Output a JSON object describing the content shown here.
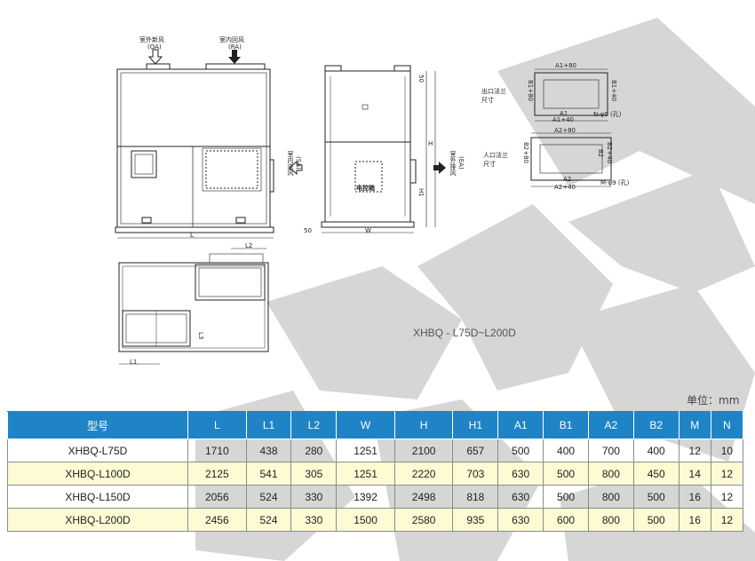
{
  "drawing": {
    "front": {
      "top_labels": [
        "室外新风",
        "(OA)",
        "室内回风",
        "(RA)"
      ],
      "width_label": "L"
    },
    "side": {
      "label_50_top": "50",
      "label_h": "H",
      "label_h1": "H1",
      "label_50_bottom": "50",
      "label_w": "W",
      "control_box": "电控箱",
      "supply_air": "室内送风",
      "supply_code": "(SA)",
      "exhaust_air": "室外排风",
      "exhaust_code": "(EA)"
    },
    "plan": {
      "label_l1": "L1",
      "label_l2": "L2",
      "label_a": "L3"
    },
    "outlet": {
      "title": "出口法兰\n尺寸",
      "top_dim": "A1+80",
      "bottom_dim": "A1+40",
      "inner_dim": "A1",
      "side_dim_1": "B1+80",
      "side_dim_2": "B1+40",
      "hole_note": "N-φ9 (孔)"
    },
    "inlet": {
      "title": "人口法兰\n尺寸",
      "top_dim": "A2+80",
      "bottom_dim": "A2+40",
      "inner_dim": "A2",
      "side_dim_1": "B2+80",
      "side_dim_2": "B2+40",
      "side_dim_3": "B2",
      "hole_note": "M-φ9 (孔)"
    }
  },
  "model_range": "XHBQ - L75D~L200D",
  "unit_label": "单位：mm",
  "table": {
    "headers": [
      "型号",
      "L",
      "L1",
      "L2",
      "W",
      "H",
      "H1",
      "A1",
      "B1",
      "A2",
      "B2",
      "M",
      "N"
    ],
    "rows": [
      [
        "XHBQ-L75D",
        "1710",
        "438",
        "280",
        "1251",
        "2100",
        "657",
        "500",
        "400",
        "700",
        "400",
        "12",
        "10"
      ],
      [
        "XHBQ-L100D",
        "2125",
        "541",
        "305",
        "1251",
        "2220",
        "703",
        "630",
        "500",
        "800",
        "450",
        "14",
        "12"
      ],
      [
        "XHBQ-L150D",
        "2056",
        "524",
        "330",
        "1392",
        "2498",
        "818",
        "630",
        "500",
        "800",
        "500",
        "16",
        "12"
      ],
      [
        "XHBQ-L200D",
        "2456",
        "524",
        "330",
        "1500",
        "2580",
        "935",
        "630",
        "600",
        "800",
        "500",
        "16",
        "12"
      ]
    ]
  }
}
